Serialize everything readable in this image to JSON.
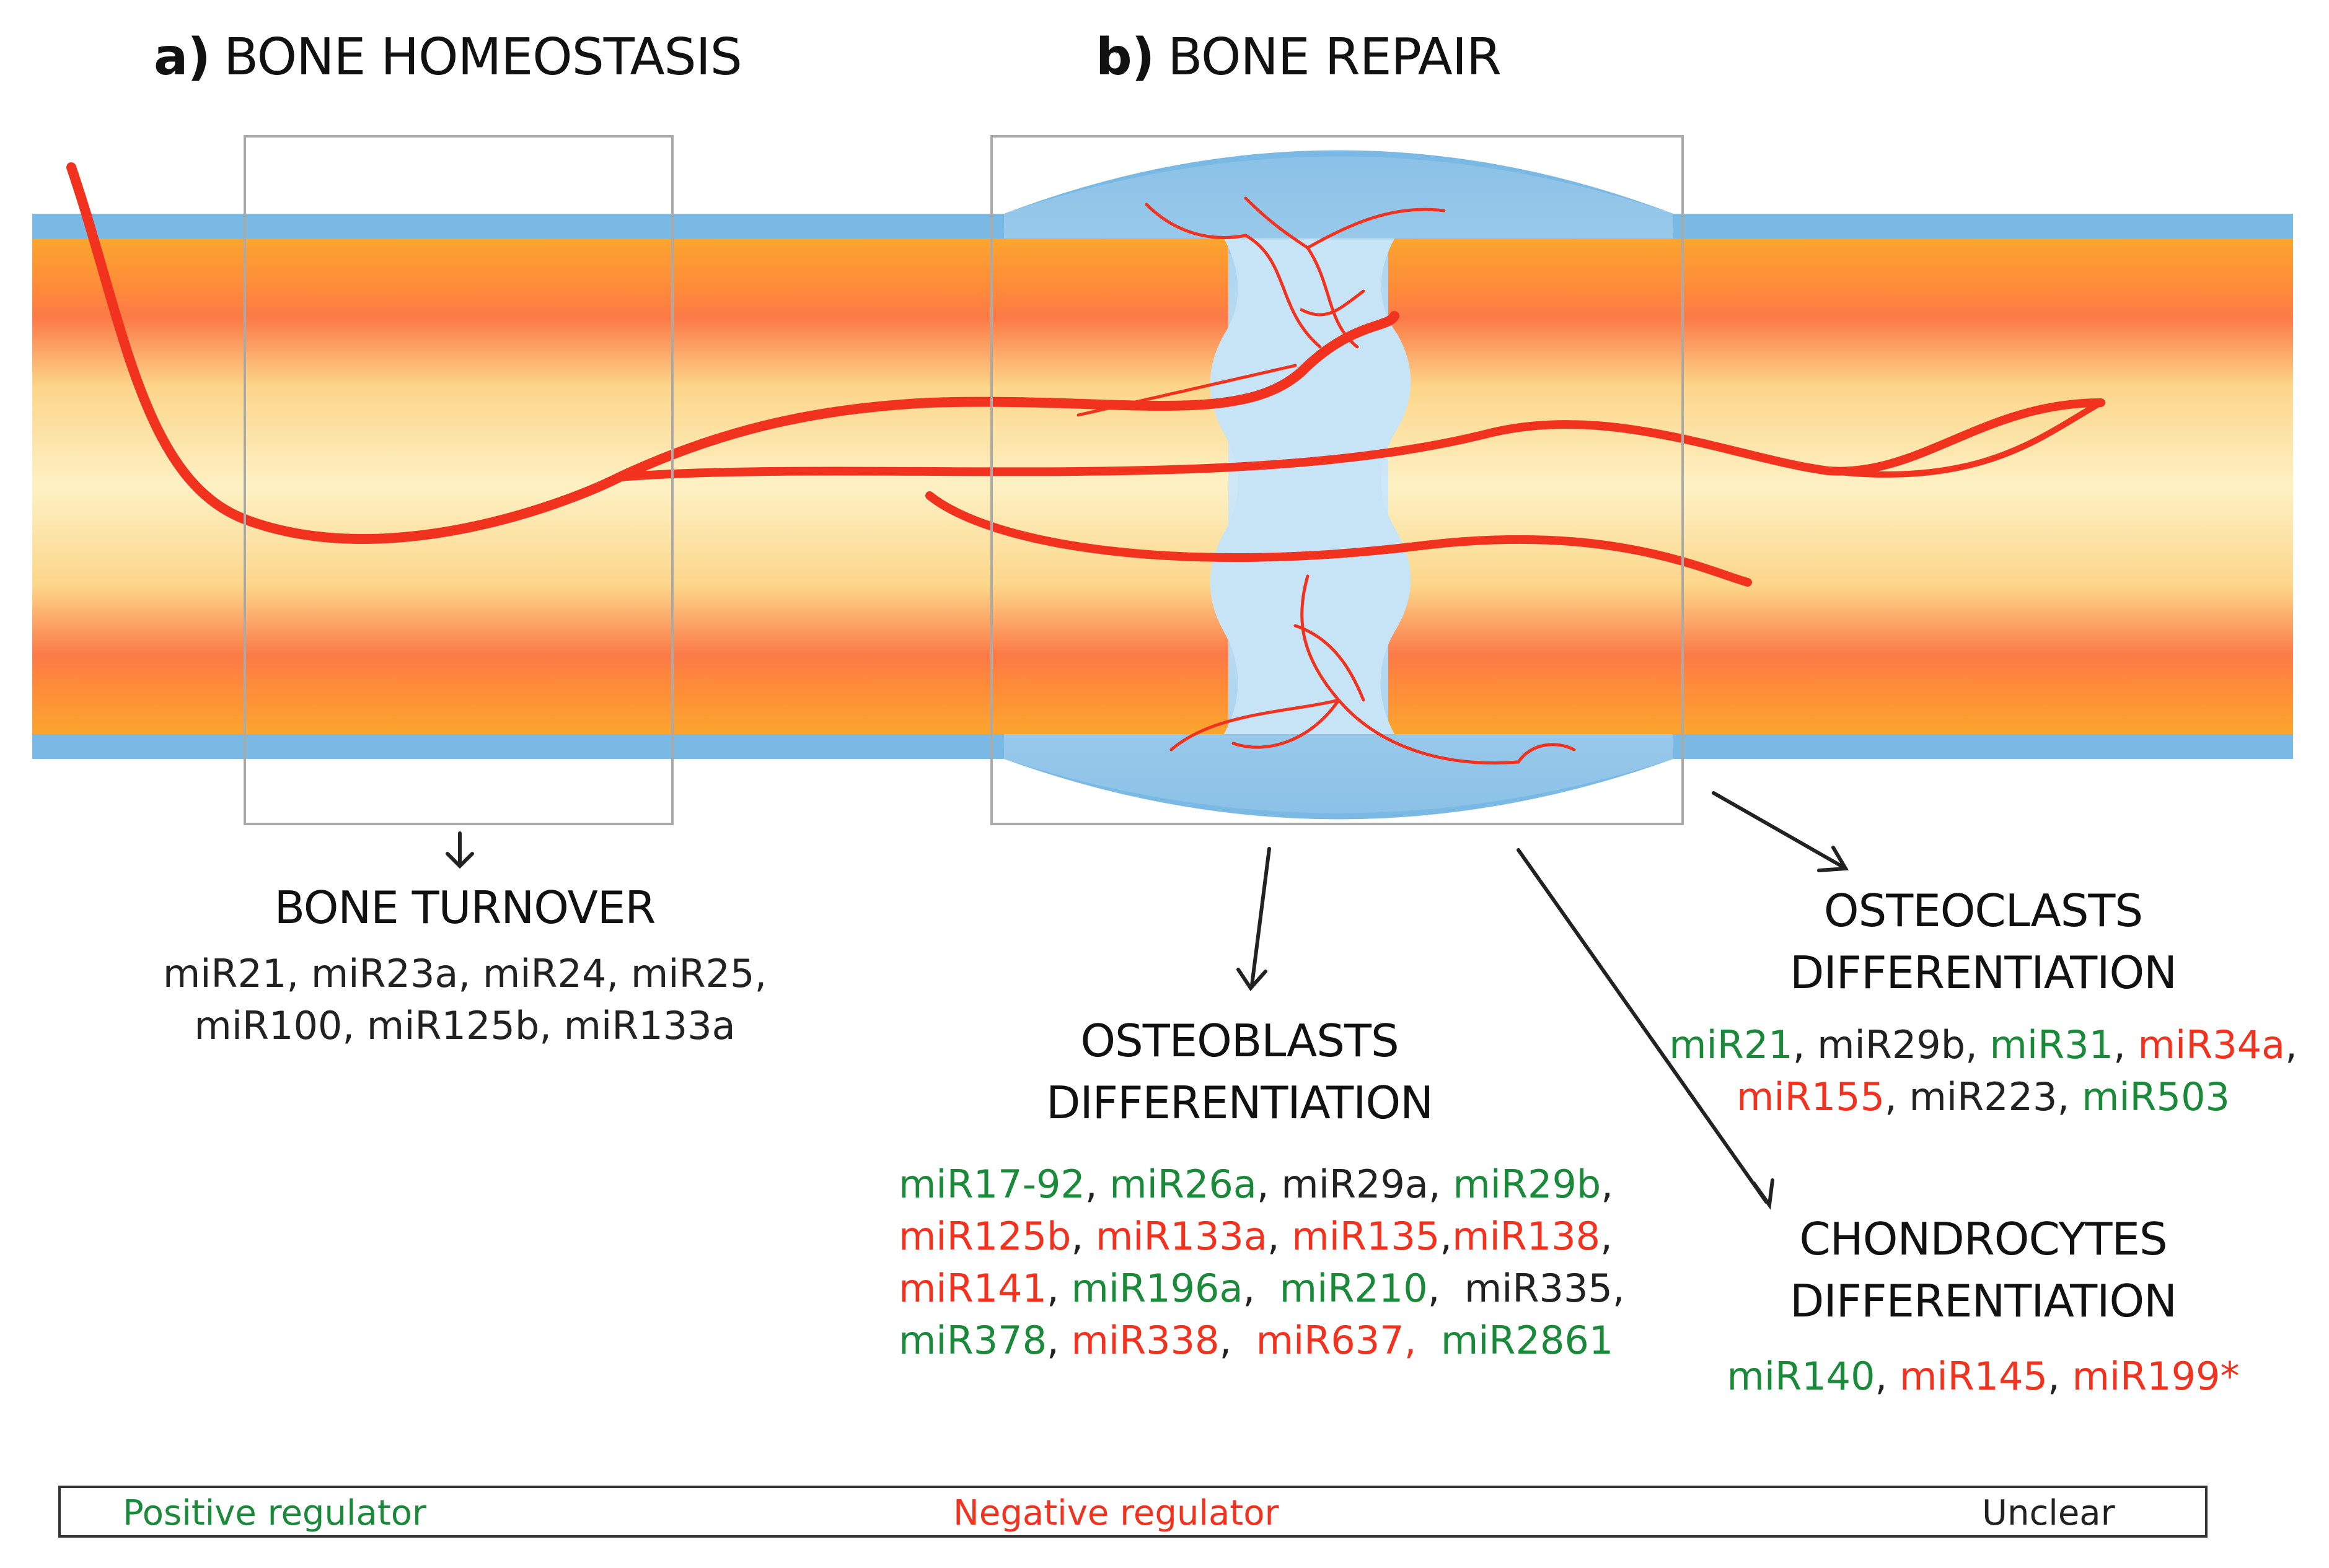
{
  "panels": {
    "a": {
      "letter": "a)",
      "title": "BONE HOMEOSTASIS"
    },
    "b": {
      "letter": "b)",
      "title": "BONE REPAIR"
    }
  },
  "colors": {
    "positive": "#1a8a3a",
    "negative": "#f0321f",
    "unclear": "#222222"
  },
  "blocks": {
    "turnover": {
      "title_lines": [
        "BONE TURNOVER"
      ],
      "rows": [
        [
          {
            "t": "miR21",
            "c": "unclear"
          },
          {
            "t": ", ",
            "c": "unclear"
          },
          {
            "t": "miR23a",
            "c": "unclear"
          },
          {
            "t": ", ",
            "c": "unclear"
          },
          {
            "t": "miR24",
            "c": "unclear"
          },
          {
            "t": ", ",
            "c": "unclear"
          },
          {
            "t": "miR25",
            "c": "unclear"
          },
          {
            "t": ",",
            "c": "unclear"
          }
        ],
        [
          {
            "t": "miR100",
            "c": "unclear"
          },
          {
            "t": ", ",
            "c": "unclear"
          },
          {
            "t": "miR125b",
            "c": "unclear"
          },
          {
            "t": ", ",
            "c": "unclear"
          },
          {
            "t": "miR133a",
            "c": "unclear"
          }
        ]
      ]
    },
    "osteoblasts": {
      "title_lines": [
        "OSTEOBLASTS",
        "DIFFERENTIATION"
      ],
      "rows": [
        [
          {
            "t": "miR17-92",
            "c": "positive"
          },
          {
            "t": ", ",
            "c": "unclear"
          },
          {
            "t": "miR26a",
            "c": "positive"
          },
          {
            "t": ", ",
            "c": "unclear"
          },
          {
            "t": "miR29a",
            "c": "unclear"
          },
          {
            "t": ", ",
            "c": "unclear"
          },
          {
            "t": "miR29b",
            "c": "positive"
          },
          {
            "t": ",",
            "c": "unclear"
          }
        ],
        [
          {
            "t": "miR125b",
            "c": "negative"
          },
          {
            "t": ", ",
            "c": "unclear"
          },
          {
            "t": "miR133a",
            "c": "negative"
          },
          {
            "t": ", ",
            "c": "unclear"
          },
          {
            "t": "miR135",
            "c": "negative"
          },
          {
            "t": ",",
            "c": "unclear"
          },
          {
            "t": "miR138",
            "c": "negative"
          },
          {
            "t": ",",
            "c": "unclear"
          }
        ],
        [
          {
            "t": "miR141",
            "c": "negative"
          },
          {
            "t": ", ",
            "c": "unclear"
          },
          {
            "t": "miR196a",
            "c": "positive"
          },
          {
            "t": ",  ",
            "c": "unclear"
          },
          {
            "t": "miR210",
            "c": "positive"
          },
          {
            "t": ",  ",
            "c": "unclear"
          },
          {
            "t": "miR335",
            "c": "unclear"
          },
          {
            "t": ",",
            "c": "unclear"
          }
        ],
        [
          {
            "t": "miR378",
            "c": "positive"
          },
          {
            "t": ", ",
            "c": "unclear"
          },
          {
            "t": "miR338",
            "c": "negative"
          },
          {
            "t": ",  ",
            "c": "unclear"
          },
          {
            "t": "miR637",
            "c": "negative"
          },
          {
            "t": ",  ",
            "c": "negative"
          },
          {
            "t": "miR2861",
            "c": "positive"
          }
        ]
      ]
    },
    "osteoclasts": {
      "title_lines": [
        "OSTEOCLASTS",
        "DIFFERENTIATION"
      ],
      "rows": [
        [
          {
            "t": "miR21",
            "c": "positive"
          },
          {
            "t": ", ",
            "c": "unclear"
          },
          {
            "t": "miR29b",
            "c": "unclear"
          },
          {
            "t": ", ",
            "c": "unclear"
          },
          {
            "t": "miR31",
            "c": "positive"
          },
          {
            "t": ", ",
            "c": "unclear"
          },
          {
            "t": "miR34a",
            "c": "negative"
          },
          {
            "t": ",",
            "c": "unclear"
          }
        ],
        [
          {
            "t": "miR155",
            "c": "negative"
          },
          {
            "t": ", ",
            "c": "unclear"
          },
          {
            "t": "miR223",
            "c": "unclear"
          },
          {
            "t": ", ",
            "c": "unclear"
          },
          {
            "t": "miR503",
            "c": "positive"
          }
        ]
      ]
    },
    "chondrocytes": {
      "title_lines": [
        "CHONDROCYTES",
        "DIFFERENTIATION"
      ],
      "rows": [
        [
          {
            "t": "miR140",
            "c": "positive"
          },
          {
            "t": ", ",
            "c": "unclear"
          },
          {
            "t": "miR145",
            "c": "negative"
          },
          {
            "t": ", ",
            "c": "unclear"
          },
          {
            "t": "miR199*",
            "c": "negative"
          }
        ]
      ]
    }
  },
  "legend": {
    "positive": "Positive regulator",
    "negative": "Negative regulator",
    "unclear": "Unclear"
  }
}
